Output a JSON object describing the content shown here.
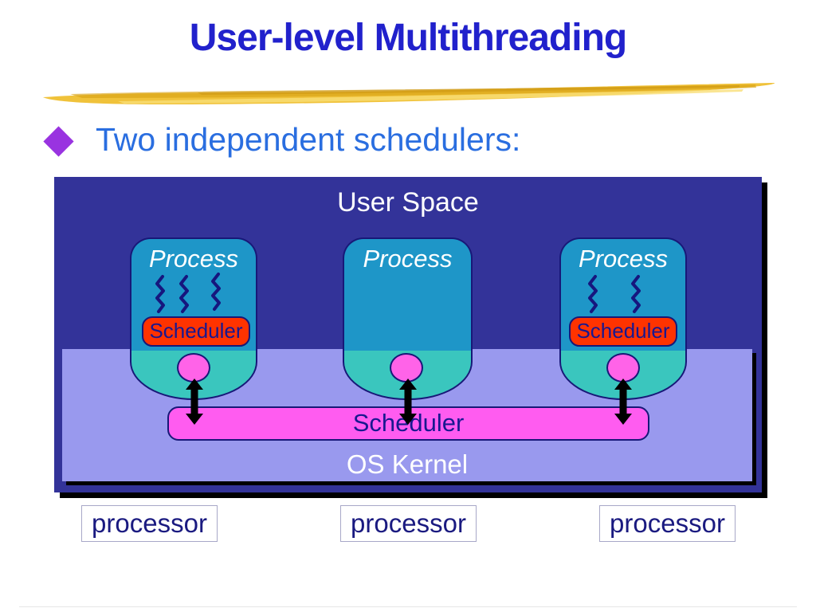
{
  "slide": {
    "title": "User-level Multithreading",
    "bullet": "Two independent schedulers:"
  },
  "diagram": {
    "user_space_label": "User Space",
    "os_kernel_label": "OS Kernel",
    "kernel_scheduler_label": "Scheduler",
    "processes": [
      {
        "label": "Process",
        "threads": 3,
        "scheduler_label": "Scheduler"
      },
      {
        "label": "Process",
        "threads": 0,
        "scheduler_label": ""
      },
      {
        "label": "Process",
        "threads": 2,
        "scheduler_label": "Scheduler"
      }
    ],
    "processors": [
      {
        "label": "processor"
      },
      {
        "label": "processor"
      },
      {
        "label": "processor"
      }
    ]
  },
  "colors": {
    "title_blue": "#2121CC",
    "bullet_blue": "#2A6EE0",
    "diamond_purple": "#9933E0",
    "underline_gold": "#F0C23A",
    "user_space_bg": "#333399",
    "kernel_bg": "#9999EE",
    "process_top": "#1E96C8",
    "process_bottom": "#3AC6BE",
    "outline_navy": "#181878",
    "mini_scheduler_red": "#FF3300",
    "pin_pink": "#FF63E8",
    "scheduler_bar_magenta": "#FF5CF0",
    "arrow_black": "#000000"
  }
}
